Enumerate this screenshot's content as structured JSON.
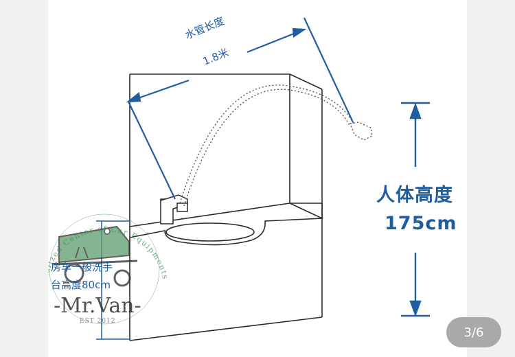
{
  "figure": {
    "hose_label": "水管长度",
    "hose_length": "1.8米",
    "height_label": "人体高度",
    "height_value": "175cm",
    "counter_height_line1": "房车一般洗手",
    "counter_height_line2": "台高度80cm",
    "line_color": "#1f5fa0"
  },
  "watermark": {
    "ring_text": "Specialized Center of Car Equipments",
    "brand": "-Mr.Van-",
    "established": "EST 2012"
  },
  "pager": {
    "indicator": "3/6"
  }
}
